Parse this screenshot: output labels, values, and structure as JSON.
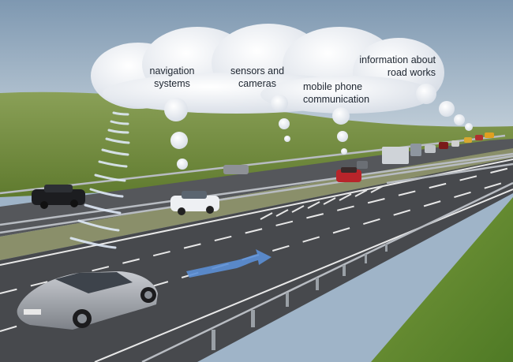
{
  "cloud_labels": {
    "navigation": "navigation\nsystems",
    "sensors": "sensors and\ncameras",
    "mobile": "mobile phone\ncommunication",
    "roadworks": "information about\nroad works"
  },
  "colors": {
    "sky_top": "#7f9ab3",
    "sky_bottom": "#c9d6df",
    "grass": "#6f8a3a",
    "asphalt": "#4a4c50",
    "arrow_blue": "#5b8fd6",
    "cloud": "#f4f6f9"
  }
}
